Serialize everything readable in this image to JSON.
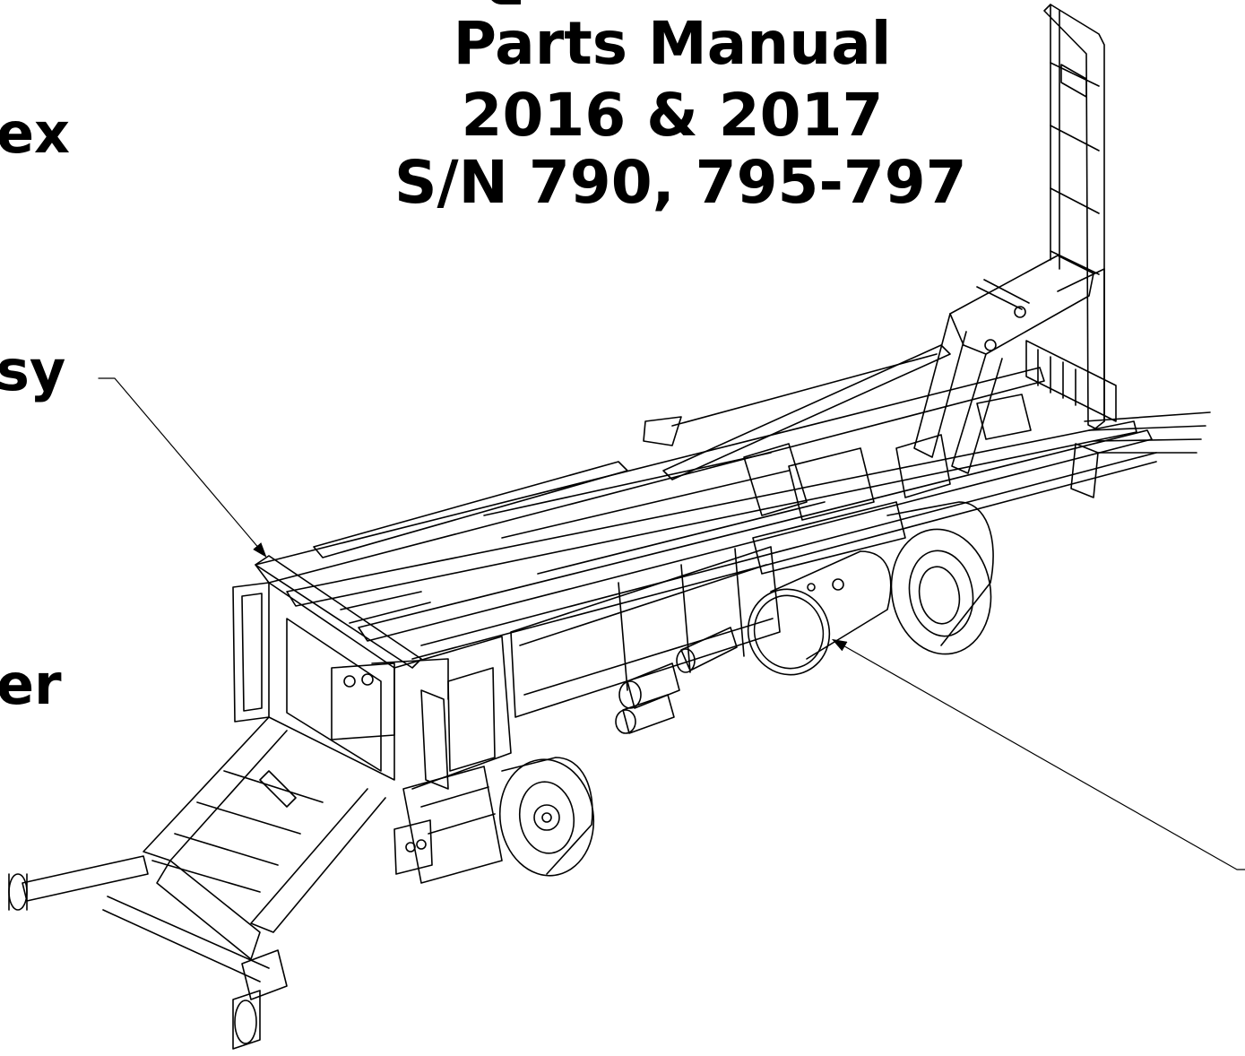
{
  "title": {
    "line1": "Parts Manual",
    "line2": "2016 & 2017",
    "line3": "S/N 790, 795-797"
  },
  "side_labels": {
    "label1": "ex",
    "label2": "sy",
    "label3": "er"
  },
  "colors": {
    "ink": "#000000",
    "background": "#ffffff"
  }
}
